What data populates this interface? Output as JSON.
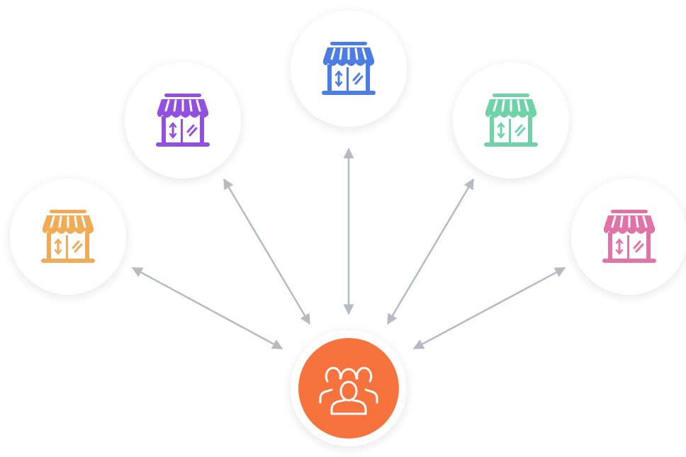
{
  "colors": {
    "background": "#ffffff",
    "node_fill": "#ffffff",
    "connector": "#b7bac3",
    "center_fill": "#f6733e",
    "center_icon": "#ffffff"
  },
  "center": {
    "name": "customers-hub",
    "icon": "user-group-icon"
  },
  "stores": [
    {
      "name": "store-orange",
      "icon": "storefront-icon",
      "color": "#efab55"
    },
    {
      "name": "store-purple",
      "icon": "storefront-icon",
      "color": "#9150dd"
    },
    {
      "name": "store-blue",
      "icon": "storefront-icon",
      "color": "#4b7de3"
    },
    {
      "name": "store-green",
      "icon": "storefront-icon",
      "color": "#6ed3a7"
    },
    {
      "name": "store-pink",
      "icon": "storefront-icon",
      "color": "#e074a8"
    }
  ]
}
